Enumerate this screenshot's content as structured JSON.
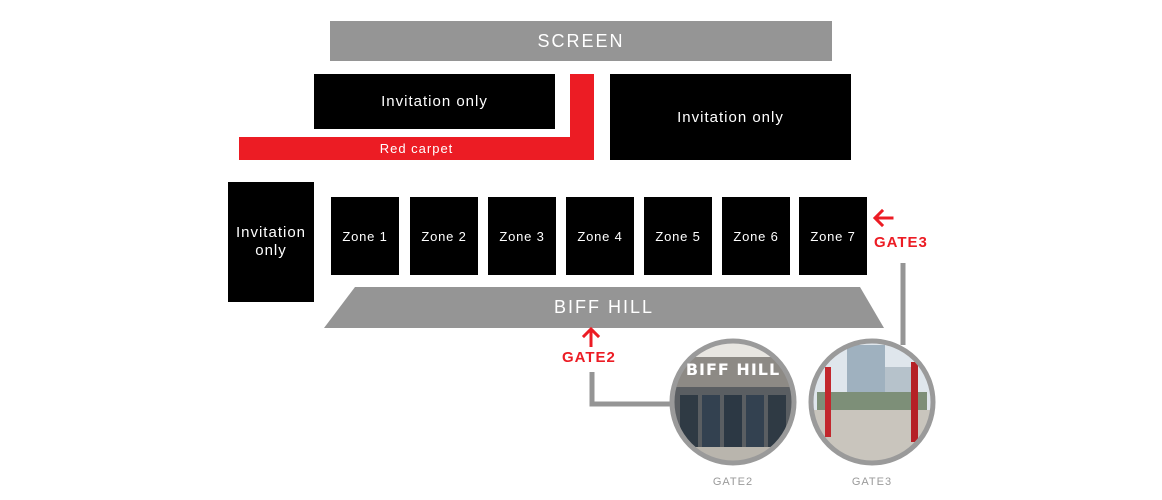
{
  "screen": {
    "label": "SCREEN"
  },
  "invitation_left": {
    "label": "Invitation only"
  },
  "invitation_right": {
    "label": "Invitation only"
  },
  "invitation_side": {
    "label_line1": "Invitation",
    "label_line2": "only"
  },
  "red_carpet": {
    "label": "Red carpet"
  },
  "zones": [
    "Zone 1",
    "Zone 2",
    "Zone 3",
    "Zone 4",
    "Zone 5",
    "Zone 6",
    "Zone 7"
  ],
  "stage": {
    "label": "BIFF HILL"
  },
  "gates": {
    "gate2": {
      "label": "GATE2",
      "photo_caption": "GATE2",
      "photo_sign": "BIFF HILL"
    },
    "gate3": {
      "label": "GATE3",
      "photo_caption": "GATE3"
    }
  },
  "colors": {
    "black": "#000000",
    "grey": "#959595",
    "red": "#ec1c24",
    "photo_caption": "#9a9a9a"
  },
  "icons": {
    "gate2_arrow": "arrow-up-icon",
    "gate3_arrow": "arrow-left-icon"
  }
}
